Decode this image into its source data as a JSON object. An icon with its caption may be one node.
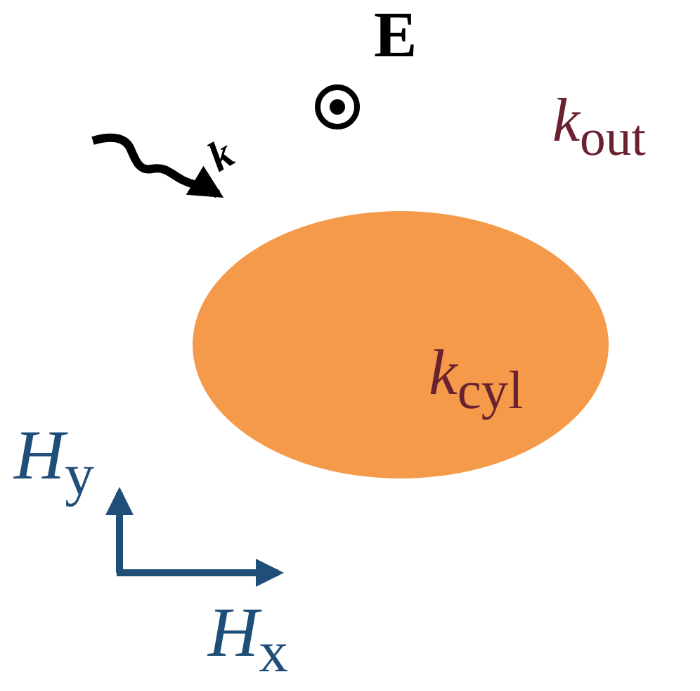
{
  "diagram": {
    "nodes": [
      {
        "text": [
          "*k*$_{cyl}$"
        ]
      }
    ],
    "labels": [
      "k",
      "E",
      "*k*$_{out}$",
      "*H*$_{y}$",
      "*H*$_{x}$"
    ]
  }
}
